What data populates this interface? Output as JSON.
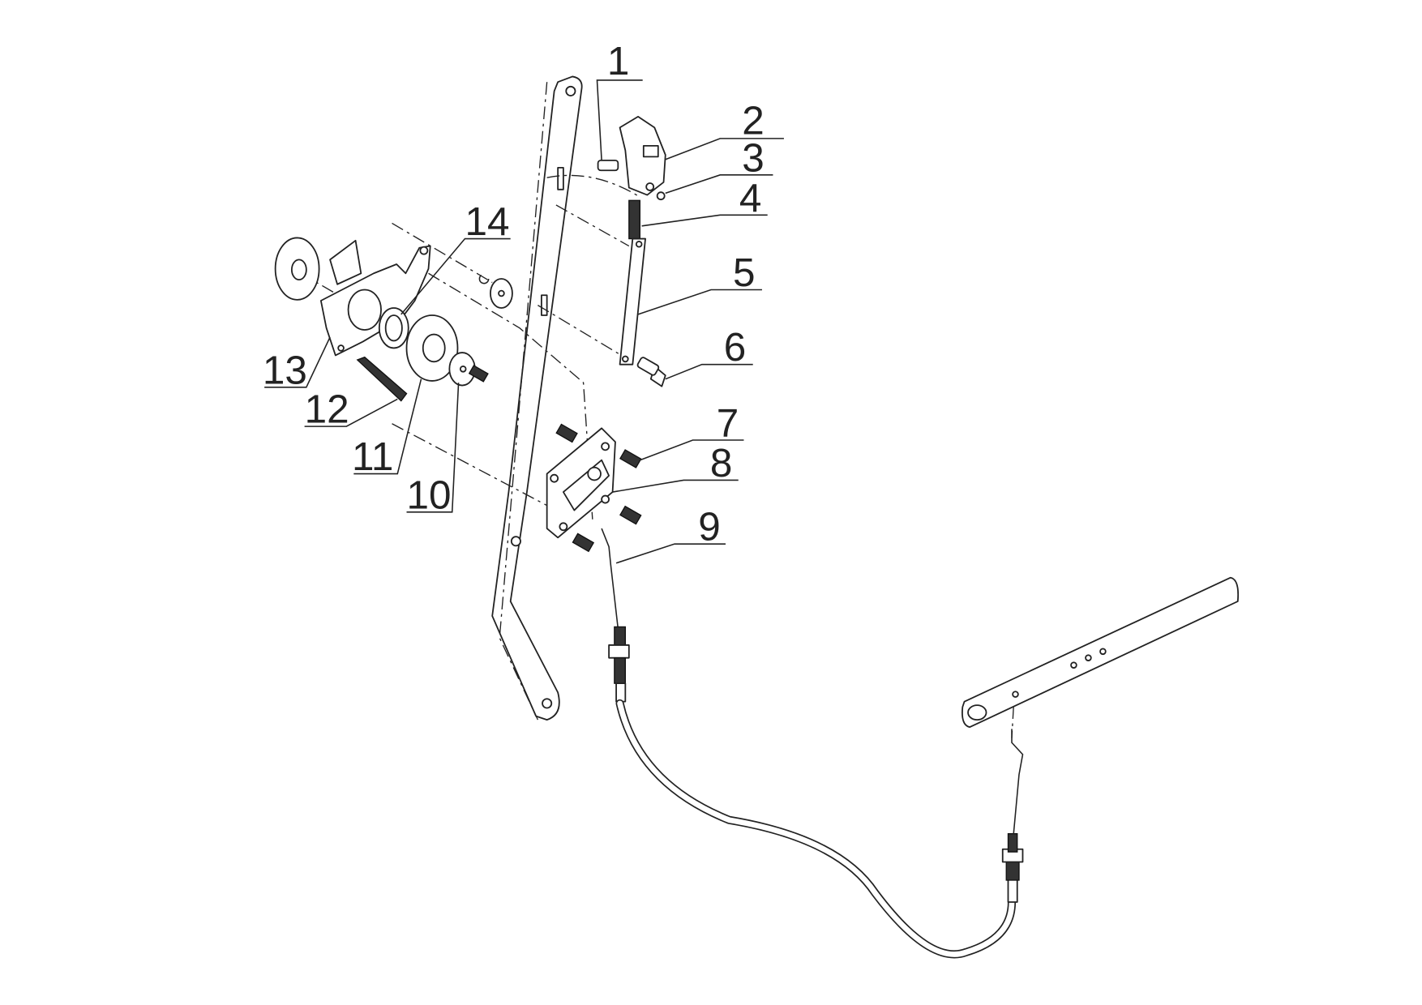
{
  "diagram": {
    "type": "exploded-parts-view",
    "callouts": [
      {
        "number": "1"
      },
      {
        "number": "2"
      },
      {
        "number": "3"
      },
      {
        "number": "4"
      },
      {
        "number": "5"
      },
      {
        "number": "6"
      },
      {
        "number": "7"
      },
      {
        "number": "8"
      },
      {
        "number": "9"
      },
      {
        "number": "10"
      },
      {
        "number": "11"
      },
      {
        "number": "12"
      },
      {
        "number": "13"
      },
      {
        "number": "14"
      }
    ],
    "colors": {
      "line": "#222222",
      "background": "#ffffff"
    }
  }
}
